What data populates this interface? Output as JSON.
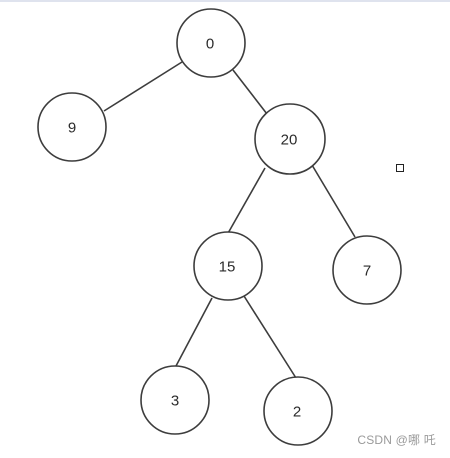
{
  "tree": {
    "nodes": [
      {
        "id": "n0",
        "label": "0"
      },
      {
        "id": "n9",
        "label": "9"
      },
      {
        "id": "n20",
        "label": "20"
      },
      {
        "id": "n15",
        "label": "15"
      },
      {
        "id": "n7",
        "label": "7"
      },
      {
        "id": "n3",
        "label": "3"
      },
      {
        "id": "n2",
        "label": "2"
      }
    ],
    "edges": [
      {
        "from": "n0",
        "to": "n9"
      },
      {
        "from": "n0",
        "to": "n20"
      },
      {
        "from": "n20",
        "to": "n15"
      },
      {
        "from": "n20",
        "to": "n7"
      },
      {
        "from": "n15",
        "to": "n3"
      },
      {
        "from": "n15",
        "to": "n2"
      }
    ]
  },
  "watermark": "CSDN @哪 吒"
}
